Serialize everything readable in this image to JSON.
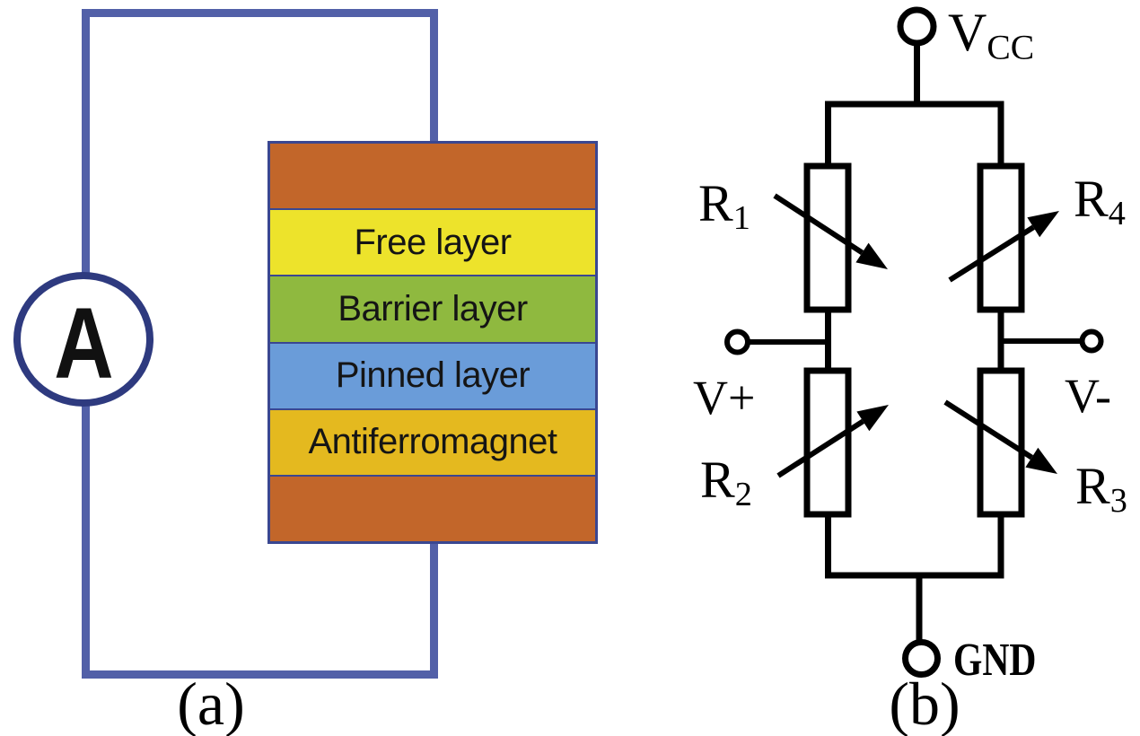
{
  "panel_a": {
    "caption": "(a)",
    "ammeter_label": "A",
    "stack_layers": [
      {
        "label": "",
        "color": "#c2662a"
      },
      {
        "label": "Free layer",
        "color": "#ede32b"
      },
      {
        "label": "Barrier layer",
        "color": "#8fb93f"
      },
      {
        "label": "Pinned layer",
        "color": "#6a9cd9"
      },
      {
        "label": "Antiferromagnet",
        "color": "#e4b91f"
      },
      {
        "label": "",
        "color": "#c2662a"
      }
    ]
  },
  "panel_b": {
    "caption": "(b)",
    "supply_label": {
      "base": "V",
      "sub": "CC"
    },
    "ground_label": "GND",
    "output_pos_label": "V+",
    "output_neg_label": "V-",
    "resistors": [
      {
        "base": "R",
        "sub": "1"
      },
      {
        "base": "R",
        "sub": "2"
      },
      {
        "base": "R",
        "sub": "3"
      },
      {
        "base": "R",
        "sub": "4"
      }
    ]
  },
  "colors": {
    "wire": "#5260a8",
    "ammeter_ring": "#2e3a7f",
    "stack_border": "#3a4791",
    "circuit_line": "#000000"
  }
}
